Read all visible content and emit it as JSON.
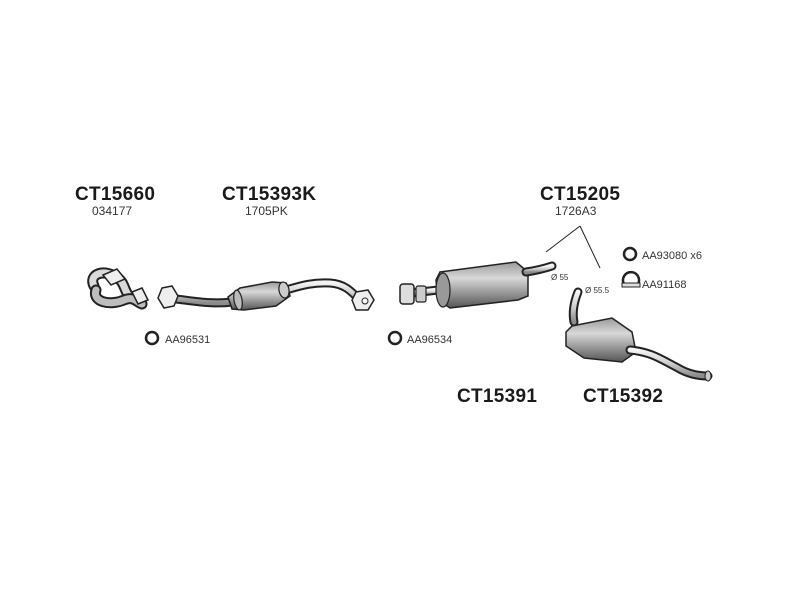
{
  "parts": {
    "downpipe": {
      "code": "CT15660",
      "ref": "034177"
    },
    "catalyst": {
      "code": "CT15393K",
      "ref": "1705PK"
    },
    "midbox_set": {
      "code": "CT15205",
      "ref": "1726A3"
    },
    "middle_box": {
      "code": "CT15391"
    },
    "rear_box": {
      "code": "CT15392"
    }
  },
  "accessories": {
    "ring_1": "AA96531",
    "ring_2": "AA96534",
    "ring_3": "AA93080 x6",
    "clamp": "AA91168"
  },
  "diameters": {
    "d1": "Ø 55",
    "d2": "Ø 55.5"
  }
}
